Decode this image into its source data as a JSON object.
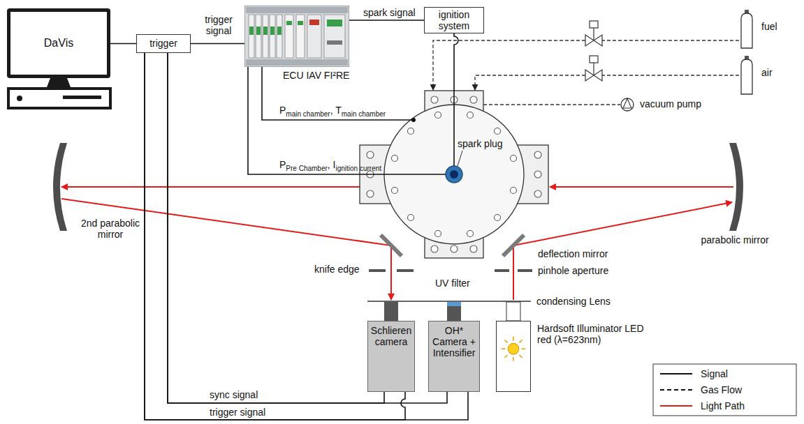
{
  "diagram": {
    "nodes": [
      {
        "text": [
          "DaVis"
        ]
      },
      {
        "text": [
          "trigger"
        ]
      },
      {
        "text": [
          "ECU IAV FI²RE"
        ]
      },
      {
        "text": [
          "ignition system"
        ]
      },
      {
        "text": [
          "fuel"
        ]
      },
      {
        "text": [
          "air"
        ]
      },
      {
        "text": [
          "vacuum pump"
        ]
      },
      {
        "text": [
          "Schlieren camera"
        ]
      },
      {
        "text": [
          "OH* Camera + Intensifier"
        ]
      },
      {
        "text": [
          "Hardsoft Illuminator LED red (λ=623nm)"
        ]
      }
    ],
    "edges": [
      {
        "from": 0,
        "to": 1,
        "arrow": "none"
      },
      {
        "from": 1,
        "to": 2,
        "label": "trigger signal",
        "arrow": "none"
      },
      {
        "from": 2,
        "to": 3,
        "label": "spark signal",
        "arrow": "none"
      },
      {
        "from": 1,
        "to": 7,
        "label": "sync signal",
        "arrow": "none"
      },
      {
        "from": 1,
        "to": 8,
        "arrow": "none"
      },
      {
        "from": 1,
        "to": 7,
        "label": "trigger signal",
        "arrow": "none"
      },
      {
        "from": 1,
        "to": 8,
        "arrow": "none"
      }
    ],
    "labels": [
      "spark plug",
      "P",
      "main chamber",
      ", T",
      "main chamber",
      "P",
      "Pre Chamber",
      ", I",
      "ignition current",
      "2nd parabolic mirror",
      "parabolic mirror",
      "knife edge",
      "deflection mirror",
      "pinhole aperture",
      "UV filter",
      "condensing Lens"
    ],
    "legend": [
      {
        "text": "Signal"
      },
      {
        "text": "Gas Flow"
      },
      {
        "text": "Light Path"
      }
    ]
  }
}
